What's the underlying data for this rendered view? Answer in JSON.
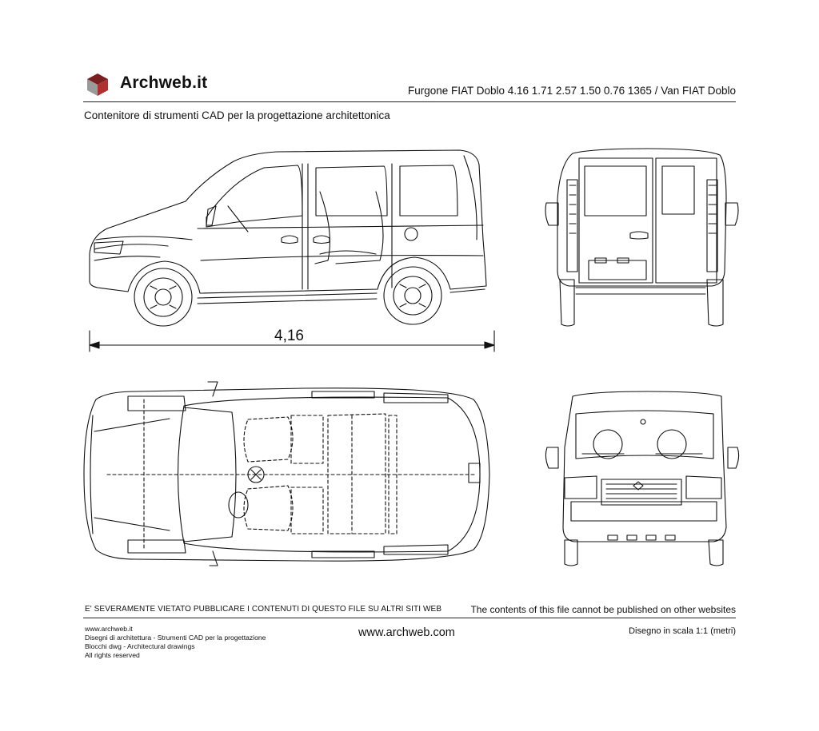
{
  "header": {
    "brand": "Archweb.it",
    "title": "Furgone FIAT Doblo 4.16 1.71 2.57 1.50 0.76 1365  /  Van FIAT Doblo",
    "subtitle": "Contenitore di strumenti CAD per la progettazione architettonica"
  },
  "drawing": {
    "length_label": "4,16",
    "views": [
      "side-view",
      "rear-view",
      "top-view",
      "front-view"
    ]
  },
  "footer": {
    "warning_it": "E' SEVERAMENTE VIETATO PUBBLICARE I CONTENUTI DI QUESTO FILE SU ALTRI SITI WEB",
    "warning_en": "The contents of this file cannot be published on other websites",
    "left_lines": [
      "www.archweb.it",
      "Disegni di architettura - Strumenti CAD  per la progettazione",
      "Blocchi dwg - Architectural drawings",
      "All rights reserved"
    ],
    "website": "www.archweb.com",
    "scale": "Disegno in scala 1:1 (metri)"
  },
  "colors": {
    "line": "#111111",
    "logo_dark": "#7a1f1f",
    "logo_mid": "#b03030",
    "logo_light": "#9a9a9a"
  }
}
